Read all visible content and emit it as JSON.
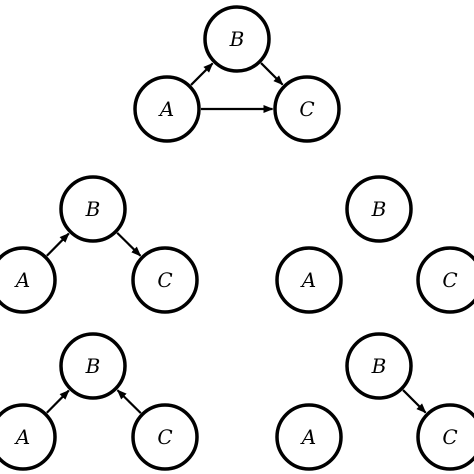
{
  "colors": {
    "stroke": "#000000",
    "fill": "#ffffff"
  },
  "graphs": [
    {
      "id": "top",
      "nodes": [
        {
          "id": "B",
          "label": "B"
        },
        {
          "id": "A",
          "label": "A"
        },
        {
          "id": "C",
          "label": "C"
        }
      ],
      "edges": [
        {
          "from": "A",
          "to": "B"
        },
        {
          "from": "B",
          "to": "C"
        },
        {
          "from": "A",
          "to": "C"
        }
      ]
    },
    {
      "id": "middle-left",
      "nodes": [
        {
          "id": "B",
          "label": "B"
        },
        {
          "id": "A",
          "label": "A"
        },
        {
          "id": "C",
          "label": "C"
        }
      ],
      "edges": [
        {
          "from": "A",
          "to": "B"
        },
        {
          "from": "B",
          "to": "C"
        }
      ]
    },
    {
      "id": "middle-right",
      "nodes": [
        {
          "id": "B",
          "label": "B"
        },
        {
          "id": "A",
          "label": "A"
        },
        {
          "id": "C",
          "label": "C"
        }
      ],
      "edges": []
    },
    {
      "id": "bottom-left",
      "nodes": [
        {
          "id": "B",
          "label": "B"
        },
        {
          "id": "A",
          "label": "A"
        },
        {
          "id": "C",
          "label": "C"
        }
      ],
      "edges": [
        {
          "from": "A",
          "to": "B"
        },
        {
          "from": "C",
          "to": "B"
        }
      ]
    },
    {
      "id": "bottom-right",
      "nodes": [
        {
          "id": "B",
          "label": "B"
        },
        {
          "id": "A",
          "label": "A"
        },
        {
          "id": "C",
          "label": "C"
        }
      ],
      "edges": [
        {
          "from": "B",
          "to": "C"
        }
      ]
    }
  ]
}
